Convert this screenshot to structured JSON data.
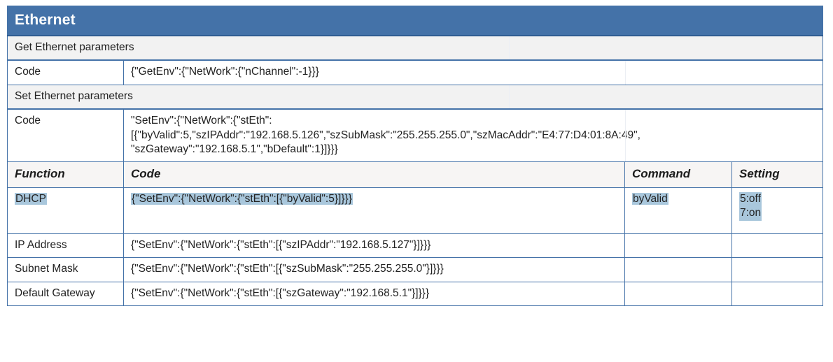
{
  "banner": {
    "title": "Ethernet"
  },
  "sections": {
    "get": {
      "heading": "Get Ethernet parameters",
      "label": "Code",
      "code": "{\"GetEnv\":{\"NetWork\":{\"nChannel\":-1}}}"
    },
    "set": {
      "heading": "Set Ethernet parameters",
      "label": "Code",
      "code_line1": "\"SetEnv\":{\"NetWork\":{\"stEth\":",
      "code_line2": "[{\"byValid\":5,\"szIPAddr\":\"192.168.5.126\",\"szSubMask\":\"255.255.255.0\",\"szMacAddr\":\"E4:77:D4:01:8A:49\",",
      "code_line3": "\"szGateway\":\"192.168.5.1\",\"bDefault\":1}]}}}"
    }
  },
  "grid": {
    "headers": {
      "function": "Function",
      "code": "Code",
      "command": "Command",
      "setting": "Setting"
    },
    "rows": [
      {
        "function": "DHCP",
        "code": "{\"SetEnv\":{\"NetWork\":{\"stEth\":[{\"byValid\":5}]}}}",
        "command": "byValid",
        "setting_line1": "5:off",
        "setting_line2": "7:on",
        "highlighted": true
      },
      {
        "function": "IP Address",
        "code": "{\"SetEnv\":{\"NetWork\":{\"stEth\":[{\"szIPAddr\":\"192.168.5.127\"}]}}}",
        "command": "",
        "setting_line1": "",
        "setting_line2": "",
        "highlighted": false
      },
      {
        "function": "Subnet Mask",
        "code": "{\"SetEnv\":{\"NetWork\":{\"stEth\":[{\"szSubMask\":\"255.255.255.0\"}]}}}",
        "command": "",
        "setting_line1": "",
        "setting_line2": "",
        "highlighted": false
      },
      {
        "function": "Default Gateway",
        "code": "{\"SetEnv\":{\"NetWork\":{\"stEth\":[{\"szGateway\":\"192.168.5.1\"}]}}}",
        "command": "",
        "setting_line1": "",
        "setting_line2": "",
        "highlighted": false
      }
    ]
  },
  "colors": {
    "accent_blue": "#4472a8",
    "section_grey": "#f2f2f2",
    "header_grey": "#f7f5f4",
    "highlight": "#a9c7dc"
  }
}
